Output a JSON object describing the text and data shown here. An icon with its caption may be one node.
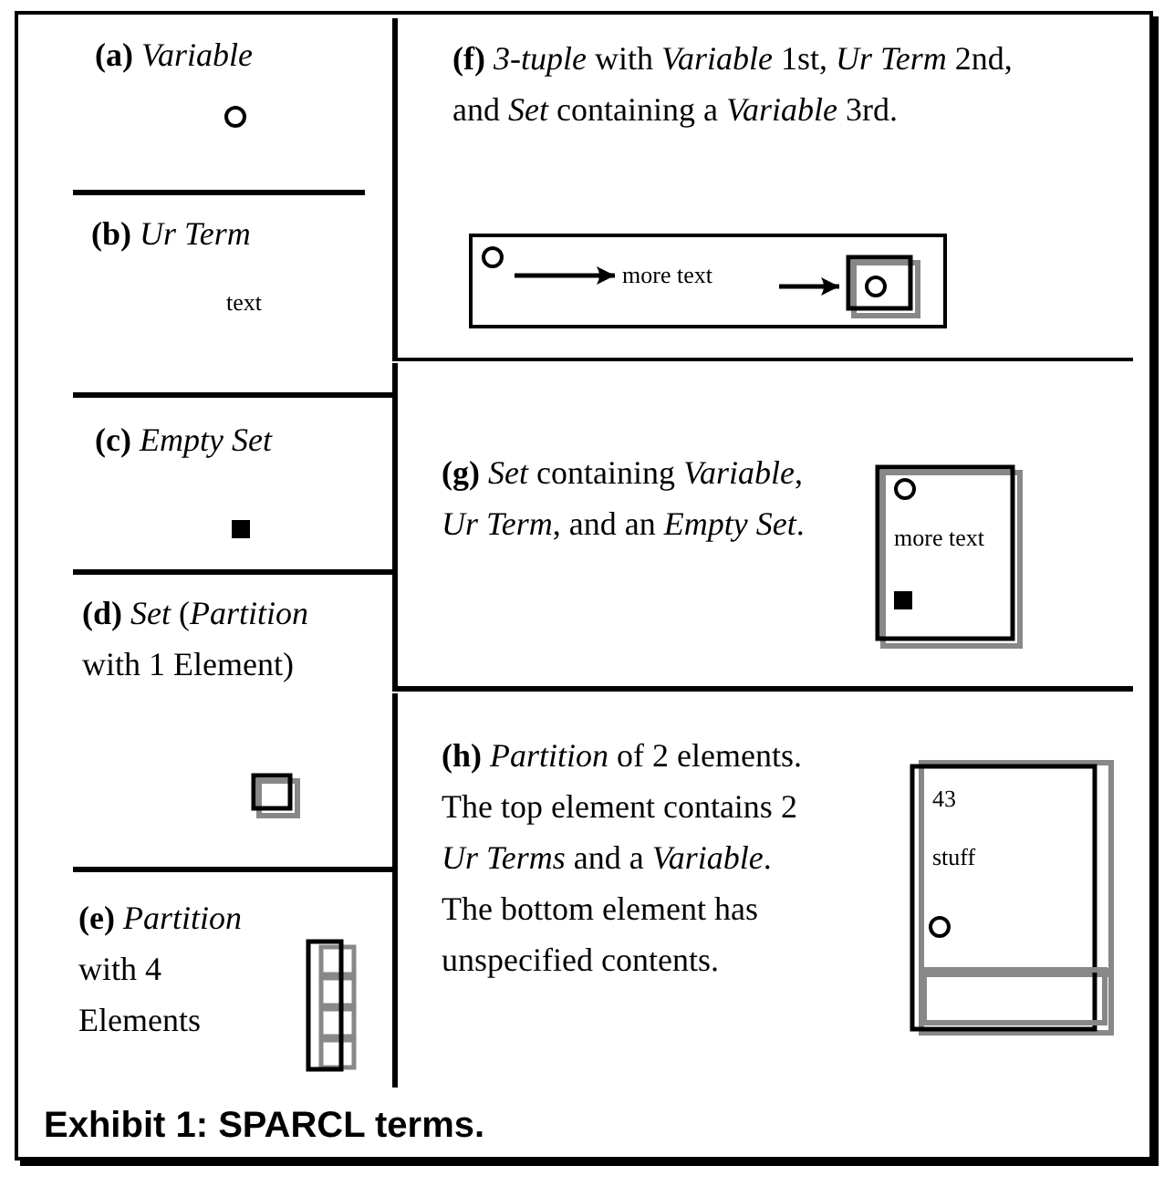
{
  "diagram": {
    "caption": "Exhibit 1: SPARCL terms.",
    "nodes": [
      {
        "text": [
          "**(a)** *Variable*"
        ]
      },
      {
        "text": [],
        "shape": "circle",
        "in": 0
      },
      {
        "text": [
          "**(b)** *Ur Term*",
          "text"
        ]
      },
      {
        "text": [
          "**(c)** *Empty Set*"
        ]
      },
      {
        "text": [],
        "shape": "box",
        "in": 3
      },
      {
        "text": [
          "**(d)** *Set* (*Partition* with 1 Element)"
        ]
      },
      {
        "text": [],
        "shape": "box",
        "in": 5
      },
      {
        "text": [
          "**(e)** *Partition* with 4 Elements"
        ]
      },
      {
        "text": [],
        "shape": "box",
        "in": 7
      },
      {
        "text": [
          "**(f)** *3-tuple* with *Variable* 1st, *Ur Term* 2nd, and *Set* containing a *Variable* 3rd."
        ]
      },
      {
        "text": [],
        "shape": "box",
        "in": 9
      },
      {
        "text": [],
        "shape": "circle",
        "in": 10
      },
      {
        "text": [
          "more text"
        ],
        "in": 10
      },
      {
        "text": [],
        "shape": "box",
        "in": 10
      },
      {
        "text": [],
        "shape": "circle",
        "in": 13
      },
      {
        "text": [
          "**(g)** *Set* containing *Variable*, *Ur Term*, and an *Empty Set*."
        ]
      },
      {
        "text": [
          "more text"
        ],
        "in": 15
      },
      {
        "text": [],
        "shape": "circle",
        "in": 16
      },
      {
        "text": [],
        "shape": "box",
        "in": 16
      },
      {
        "text": [
          "**(h)** *Partition* of 2 elements. The top element contains 2 *Ur Terms* and a *Variable*. The bottom element has unspecified contents."
        ]
      },
      {
        "text": [
          "43",
          "stuff"
        ],
        "in": 19
      },
      {
        "text": [],
        "shape": "circle",
        "in": 20
      },
      {
        "text": [],
        "shape": "box",
        "in": 20
      }
    ],
    "edges": [
      {
        "from": 11,
        "to": 12,
        "arrow": "to"
      },
      {
        "from": 12,
        "to": 13,
        "arrow": "to"
      }
    ]
  }
}
